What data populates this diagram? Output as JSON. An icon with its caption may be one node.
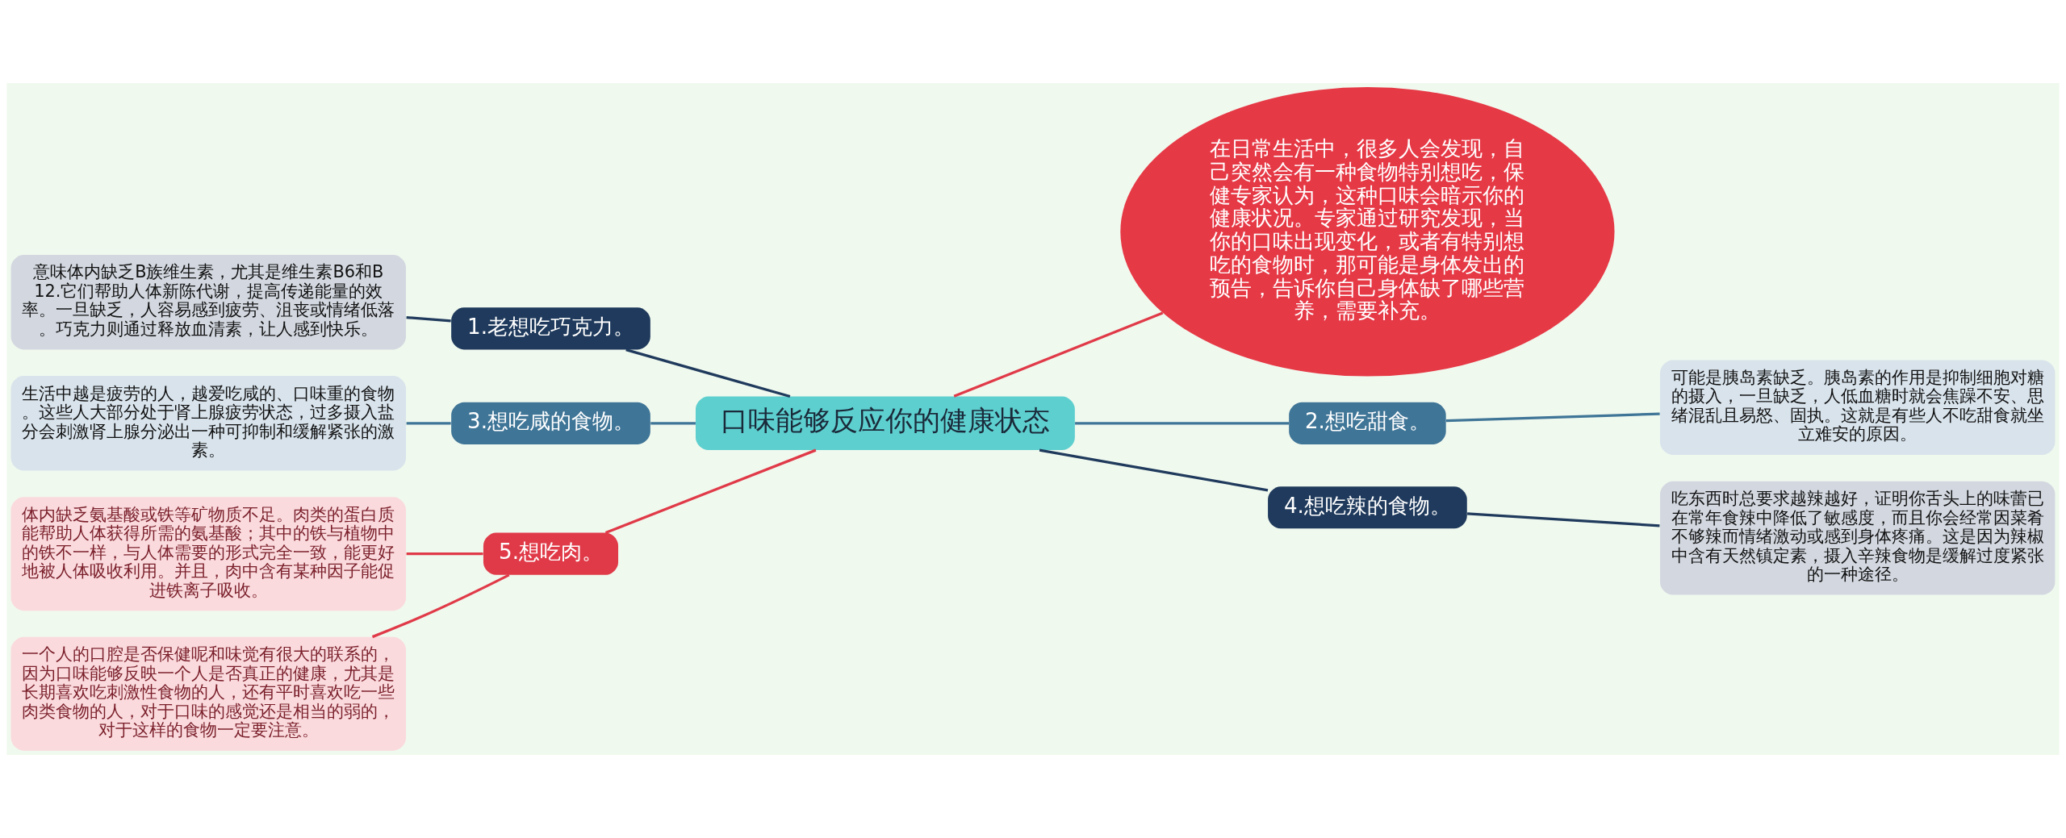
{
  "diagram": {
    "nodes": [
      {
        "text": [
          "口味能够反应你的健康状态"
        ]
      },
      {
        "text": [
          "在日常生活中，很多人会发现，自己突然会有一种食物特别想吃，保健专家认为，这种口味会暗示你的健康状况。专家通过研究发现，当你的口味出现变化，或者有特别想吃的食物时，那可能是身体发出的预告，告诉你自己身体缺了哪些营养，需要补充。"
        ]
      },
      {
        "text": [
          "1.老想吃巧克力。"
        ]
      },
      {
        "text": [
          "意味体内缺乏B族维生素，尤其是维生素B6和B12.它们帮助人体新陈代谢，提高传递能量的效率。一旦缺乏，人容易感到疲劳、沮丧或情绪低落。巧克力则通过释放血清素，让人感到快乐。"
        ]
      },
      {
        "text": [
          "3.想吃咸的食物。"
        ]
      },
      {
        "text": [
          "生活中越是疲劳的人，越爱吃咸的、口味重的食物。这些人大部分处于肾上腺疲劳状态，过多摄入盐分会刺激肾上腺分泌出一种可抑制和缓解紧张的激素。"
        ]
      },
      {
        "text": [
          "2.想吃甜食。"
        ]
      },
      {
        "text": [
          "可能是胰岛素缺乏。胰岛素的作用是抑制细胞对糖的摄入，一旦缺乏，人低血糖时就会焦躁不安、思绪混乱且易怒、固执。这就是有些人不吃甜食就坐立难安的原因。"
        ]
      },
      {
        "text": [
          "5.想吃肉。"
        ]
      },
      {
        "text": [
          "体内缺乏氨基酸或铁等矿物质不足。肉类的蛋白质能帮助人体获得所需的氨基酸；其中的铁与植物中的铁不一样，与人体需要的形式完全一致，能更好地被人体吸收利用。并且，肉中含有某种因子能促进铁离子吸收。"
        ]
      },
      {
        "text": [
          "一个人的口腔是否保健呢和味觉有很大的联系的，因为口味能够反映一个人是否真正的健康，尤其是长期喜欢吃刺激性食物的人，还有平时喜欢吃一些肉类食物的人，对于口味的感觉还是相当的弱的，对于这样的食物一定要注意。"
        ]
      },
      {
        "text": [
          "4.想吃辣的食物。"
        ]
      },
      {
        "text": [
          "吃东西时总要求越辣越好，证明你舌头上的味蕾已在常年食辣中降低了敏感度，而且你会经常因菜肴不够辣而情绪激动或感到身体疼痛。这是因为辣椒中含有天然镇定素，摄入辛辣食物是缓解过度紧张的一种途径。"
        ]
      }
    ],
    "edges": [
      {
        "from": 0,
        "to": 1,
        "arrow": "none",
        "color": "#e03a48"
      },
      {
        "from": 0,
        "to": 2,
        "arrow": "none",
        "color": "#1f3a5c"
      },
      {
        "from": 2,
        "to": 3,
        "arrow": "none",
        "color": "#1f3a5c"
      },
      {
        "from": 0,
        "to": 4,
        "arrow": "none",
        "color": "#3f7597"
      },
      {
        "from": 4,
        "to": 5,
        "arrow": "none",
        "color": "#3f7597"
      },
      {
        "from": 0,
        "to": 6,
        "arrow": "none",
        "color": "#3f7597"
      },
      {
        "from": 6,
        "to": 7,
        "arrow": "none",
        "color": "#3f7597"
      },
      {
        "from": 0,
        "to": 8,
        "arrow": "none",
        "color": "#e03a48"
      },
      {
        "from": 8,
        "to": 9,
        "arrow": "none",
        "color": "#e03a48"
      },
      {
        "from": 8,
        "to": 10,
        "arrow": "none",
        "color": "#e03a48"
      },
      {
        "from": 0,
        "to": 11,
        "arrow": "none",
        "color": "#1f3a5c"
      },
      {
        "from": 11,
        "to": 12,
        "arrow": "none",
        "color": "#1f3a5c"
      }
    ]
  }
}
